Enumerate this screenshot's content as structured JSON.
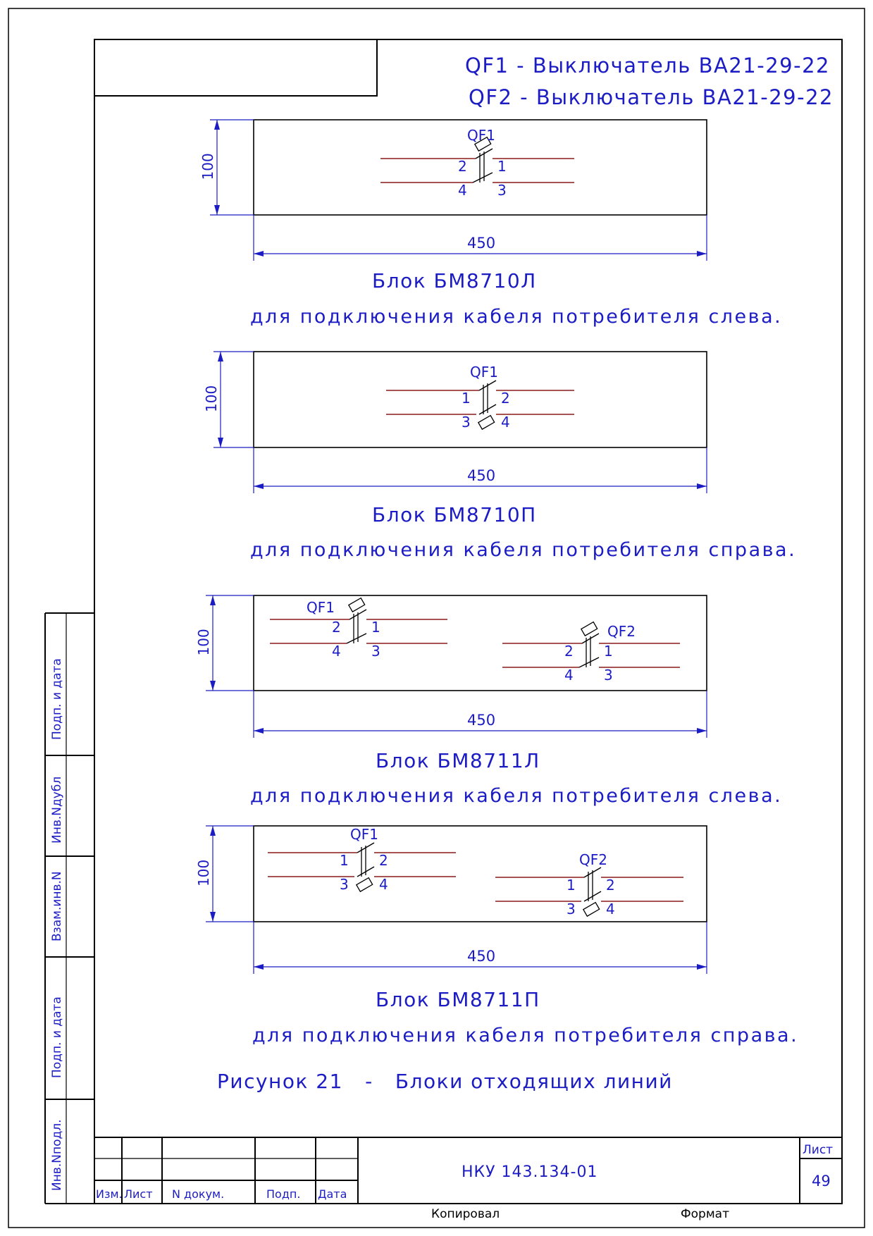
{
  "legend": [
    "QF1 - Выключатель ВА21-29-22",
    "QF2 - Выключатель ВА21-29-22"
  ],
  "blocks": [
    {
      "dim_h": "100",
      "dim_w": "450",
      "title": "Блок БМ8710Л",
      "subtitle": "для подключения кабеля потребителя слева.",
      "breakers": [
        {
          "name": "QF1",
          "t_ul": "2",
          "t_ur": "1",
          "t_ll": "4",
          "t_lr": "3"
        }
      ]
    },
    {
      "dim_h": "100",
      "dim_w": "450",
      "title": "Блок БМ8710П",
      "subtitle": "для подключения кабеля потребителя справа.",
      "breakers": [
        {
          "name": "QF1",
          "t_ul": "1",
          "t_ur": "2",
          "t_ll": "3",
          "t_lr": "4"
        }
      ]
    },
    {
      "dim_h": "100",
      "dim_w": "450",
      "title": "Блок БМ8711Л",
      "subtitle": "для подключения кабеля потребителя слева.",
      "breakers": [
        {
          "name": "QF1",
          "t_ul": "2",
          "t_ur": "1",
          "t_ll": "4",
          "t_lr": "3"
        },
        {
          "name": "QF2",
          "t_ul": "2",
          "t_ur": "1",
          "t_ll": "4",
          "t_lr": "3"
        }
      ]
    },
    {
      "dim_h": "100",
      "dim_w": "450",
      "title": "Блок БМ8711П",
      "subtitle": "для подключения кабеля потребителя справа.",
      "breakers": [
        {
          "name": "QF1",
          "t_ul": "1",
          "t_ur": "2",
          "t_ll": "3",
          "t_lr": "4"
        },
        {
          "name": "QF2",
          "t_ul": "1",
          "t_ur": "2",
          "t_ll": "3",
          "t_lr": "4"
        }
      ]
    }
  ],
  "caption": "Рисунок 21   -   Блоки отходящих линий",
  "side_stamp": [
    "Подп. и дата",
    "Инв.Nдубл",
    "Взам.инв.N",
    "Подп. и дата",
    "Инв.Nподл."
  ],
  "title_block": {
    "col_izm": "Изм.",
    "col_list": "Лист",
    "col_doc": "N докум.",
    "col_podp": "Подп.",
    "col_data": "Дата",
    "doc_code": "НКУ 143.134-01",
    "sheet_label": "Лист",
    "sheet_no": "49"
  },
  "footer": {
    "copied": "Копировал",
    "format": "Формат"
  }
}
